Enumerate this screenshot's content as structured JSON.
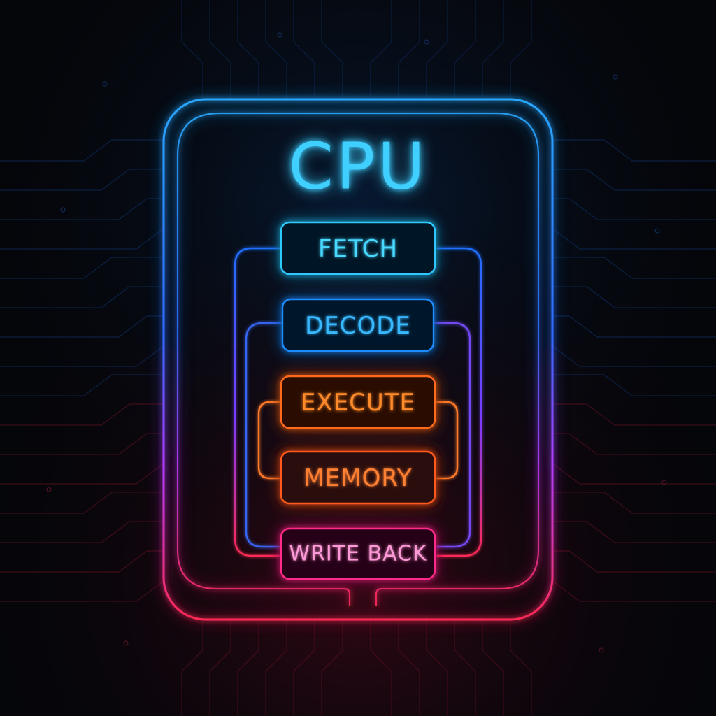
{
  "title": "CPU",
  "stages": [
    {
      "label": "FETCH",
      "color": "#2fc8ff"
    },
    {
      "label": "DECODE",
      "color": "#1f8dff"
    },
    {
      "label": "EXECUTE",
      "color": "#ff6a1a"
    },
    {
      "label": "MEMORY",
      "color": "#ff5a1a"
    },
    {
      "label": "WRITE BACK",
      "color": "#ff3a9a"
    }
  ],
  "colors": {
    "background": "#05060a",
    "title": "#2fc8ff",
    "frame_top": "#1e90ff",
    "frame_bottom": "#ff2a6a"
  }
}
